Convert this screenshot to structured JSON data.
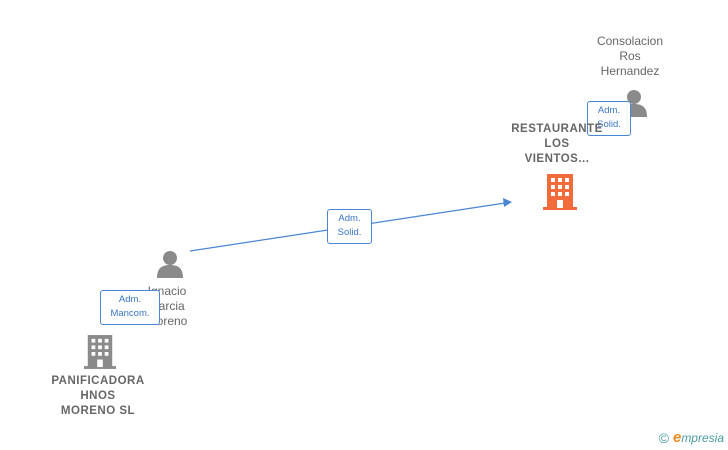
{
  "nodes": {
    "restaurante": {
      "lines": [
        "RESTAURANTE",
        "LOS",
        "VIENTOS..."
      ]
    },
    "consolacion": {
      "lines": [
        "Consolacion",
        "Ros",
        "Hernandez"
      ]
    },
    "ignacio": {
      "lines": [
        "Ignacio",
        "Garcia",
        "Moreno"
      ]
    },
    "panificadora": {
      "lines": [
        "PANIFICADORA",
        "HNOS",
        "MORENO SL"
      ]
    }
  },
  "relations": {
    "ignacio_restaurante": [
      "Adm.",
      "Solid."
    ],
    "consolacion_restaurante": [
      "Adm.",
      "Solid."
    ],
    "ignacio_panificadora": [
      "Adm.",
      "Mancom."
    ]
  },
  "brand": {
    "copyright": "©",
    "initial": "e",
    "name": "mpresia"
  },
  "colors": {
    "edge": "#4a86d4",
    "person": "#8a8a8a",
    "company": "#8a8a8a",
    "company_highlight": "#f26b3a"
  }
}
